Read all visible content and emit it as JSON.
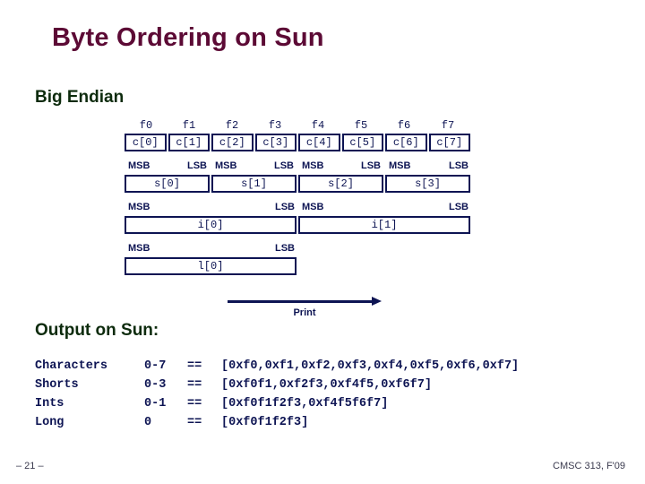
{
  "slide": {
    "title": "Byte Ordering on Sun",
    "title_color": "#5c0a35",
    "accent_color": "#0d1453",
    "heading_color": "#0d2b0d",
    "headings": {
      "big_endian": "Big Endian",
      "output": "Output on Sun:"
    }
  },
  "diagram": {
    "byte_labels": [
      "f0",
      "f1",
      "f2",
      "f3",
      "f4",
      "f5",
      "f6",
      "f7"
    ],
    "char_cells": [
      "c[0]",
      "c[1]",
      "c[2]",
      "c[3]",
      "c[4]",
      "c[5]",
      "c[6]",
      "c[7]"
    ],
    "short_cells": [
      "s[0]",
      "s[1]",
      "s[2]",
      "s[3]"
    ],
    "int_cells": [
      "i[0]",
      "i[1]"
    ],
    "long_cells": [
      "l[0]"
    ],
    "msb_label": "MSB",
    "lsb_label": "LSB",
    "short_ticks": [
      "MSB",
      "LSB",
      "MSB",
      "LSB",
      "MSB",
      "LSB",
      "MSB",
      "LSB"
    ],
    "int_ticks": [
      "MSB",
      "LSB",
      "MSB",
      "LSB"
    ],
    "long_ticks": [
      "MSB",
      "LSB"
    ],
    "print_arrow_label": "Print"
  },
  "output": {
    "rows": [
      {
        "type": "Characters",
        "range": "0-7",
        "eq": "==",
        "value": "[0xf0,0xf1,0xf2,0xf3,0xf4,0xf5,0xf6,0xf7]"
      },
      {
        "type": "Shorts",
        "range": "0-3",
        "eq": "==",
        "value": "[0xf0f1,0xf2f3,0xf4f5,0xf6f7]"
      },
      {
        "type": "Ints",
        "range": "0-1",
        "eq": "==",
        "value": "[0xf0f1f2f3,0xf4f5f6f7]"
      },
      {
        "type": "Long",
        "range": "0",
        "eq": "==",
        "value": "[0xf0f1f2f3]"
      }
    ]
  },
  "footer": {
    "page": "– 21 –",
    "course": "CMSC 313, F'09"
  }
}
